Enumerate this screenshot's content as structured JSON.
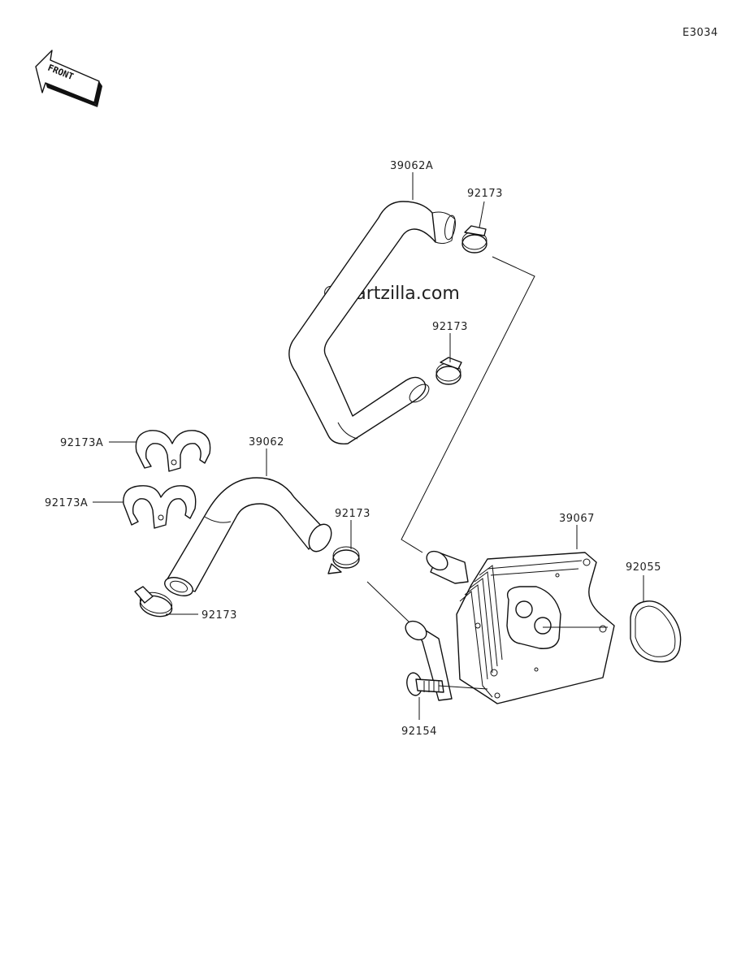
{
  "diagram_code": "E3034",
  "watermark": "© Partzilla.com",
  "front_badge": "FRONT",
  "callouts": {
    "hose_upper": "39062A",
    "clamp_top": "92173",
    "clamp_mid": "92173",
    "hose_lower": "39062",
    "clip_a_top": "92173A",
    "clip_a_bottom": "92173A",
    "clamp_center": "92173",
    "clamp_bottom_left": "92173",
    "oil_cooler": "39067",
    "oring": "92055",
    "bolt": "92154"
  }
}
